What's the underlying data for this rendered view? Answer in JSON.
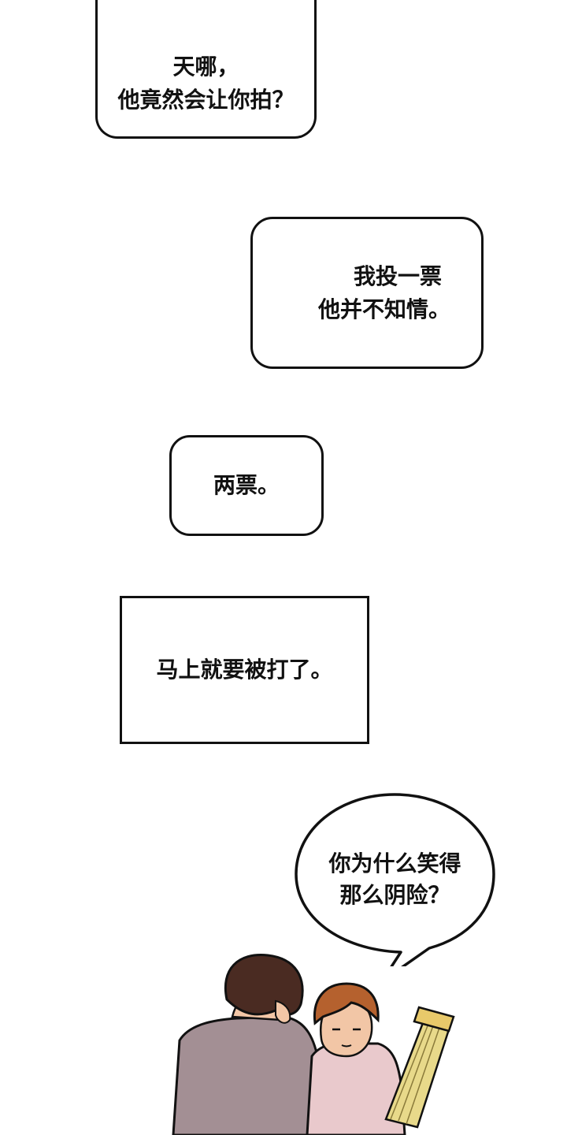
{
  "panels": {
    "bubble1": {
      "lines": [
        "天哪，",
        "他竟然会让你拍？"
      ]
    },
    "bubble2": {
      "lines": [
        "我投一票",
        "他并不知情。"
      ]
    },
    "bubble3": {
      "lines": [
        "两票。"
      ]
    },
    "narration_box": {
      "lines": [
        "马上就要被打了。"
      ]
    },
    "round_bubble": {
      "lines": [
        "你为什么笑得",
        "那么阴险？"
      ]
    }
  },
  "colors": {
    "ink": "#111111",
    "background": "#ffffff",
    "jacket": "#a38f94",
    "hair_dark": "#4a2b22",
    "hair_light": "#b5612e",
    "skin": "#f2c6a6",
    "hoodie": "#e9c9cc",
    "fan_yellow": "#e8d98a"
  }
}
